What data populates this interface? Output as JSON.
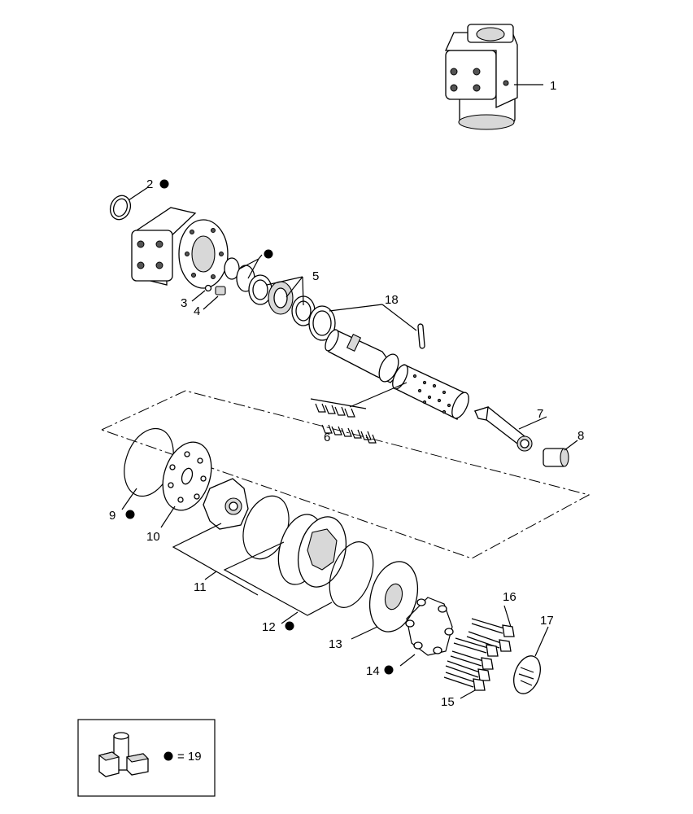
{
  "callouts": [
    "1",
    "2",
    "3",
    "4",
    "5",
    "6",
    "7",
    "8",
    "9",
    "10",
    "11",
    "12",
    "13",
    "14",
    "15",
    "16",
    "17",
    "18"
  ],
  "legend": {
    "text": "= 19",
    "marker": "bullet"
  },
  "colors": {
    "ink": "#000000",
    "paper": "#ffffff",
    "shade": "#d8d8d8"
  }
}
